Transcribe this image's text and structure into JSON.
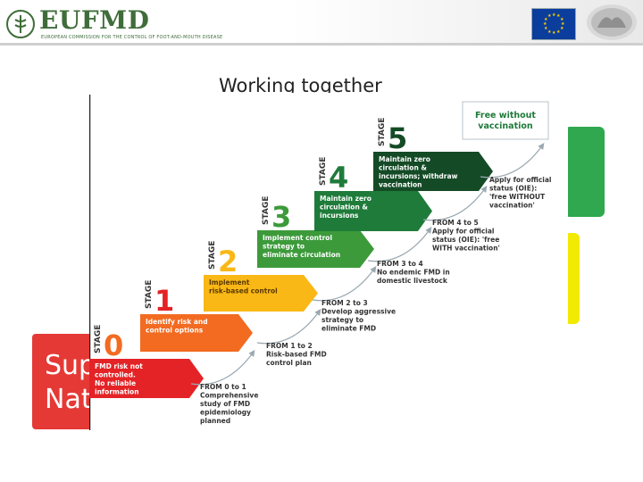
{
  "header": {
    "logo_text": "EUFMD",
    "subtitle": "EUROPEAN COMMISSION FOR THE CONTROL OF FOOT-AND-MOUTH DISEASE"
  },
  "title": "Working together",
  "background_text": {
    "line1": "Sup",
    "line2": "Nat"
  },
  "colors": {
    "stage0": "#e42326",
    "stage1": "#f26b21",
    "stage2": "#f9b816",
    "stage3": "#3c9a3a",
    "stage4": "#1f7b3a",
    "stage5": "#144b26",
    "green_bar": "#2fa84f",
    "yellow_bar": "#f2ea00",
    "header_green": "#3f6d3a"
  },
  "diagram": {
    "free_box": "Free without vaccination",
    "stage_word": "STAGE",
    "stages": [
      {
        "number": "0",
        "lines": [
          "FMD risk not",
          "controlled.",
          "No reliable",
          "information"
        ]
      },
      {
        "number": "1",
        "lines": [
          "Identify risk and",
          "control options"
        ]
      },
      {
        "number": "2",
        "lines": [
          "Implement",
          "risk-based control"
        ]
      },
      {
        "number": "3",
        "lines": [
          "Implement control",
          "strategy to",
          "eliminate circulation"
        ]
      },
      {
        "number": "4",
        "lines": [
          "Maintain zero",
          "circulation &",
          "incursions"
        ]
      },
      {
        "number": "5",
        "lines": [
          "Maintain zero",
          "circulation &",
          "incursions; withdraw",
          "vaccination"
        ]
      }
    ],
    "transitions": [
      {
        "lines": [
          "FROM 0 to 1",
          "Comprehensive",
          "study of FMD",
          "epidemiology",
          "planned"
        ]
      },
      {
        "lines": [
          "FROM 1 to 2",
          "Risk-based FMD",
          "control plan"
        ]
      },
      {
        "lines": [
          "FROM 2 to 3",
          "Develop aggressive",
          "strategy to",
          "eliminate FMD"
        ]
      },
      {
        "lines": [
          "FROM 3 to 4",
          "No endemic FMD in",
          "domestic livestock"
        ]
      },
      {
        "lines": [
          "FROM 4 to 5",
          "Apply for official",
          "status (OIE): 'free",
          "WITH vaccination'"
        ]
      },
      {
        "lines": [
          "Apply for official",
          "status (OIE):",
          "'free WITHOUT",
          "vaccination'"
        ]
      }
    ]
  }
}
